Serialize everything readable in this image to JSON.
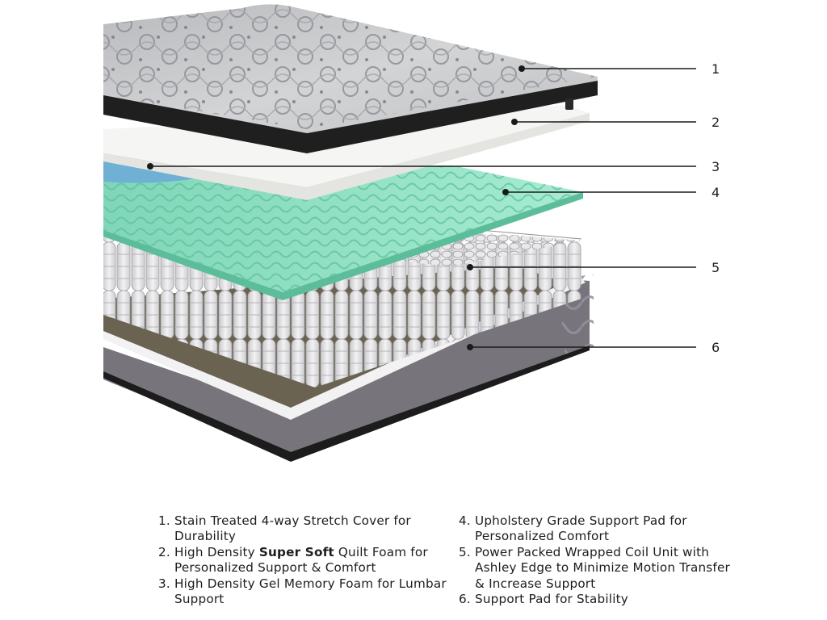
{
  "callouts": [
    "1",
    "2",
    "3",
    "4",
    "5",
    "6"
  ],
  "legend": {
    "left": [
      {
        "num": "1.",
        "pre": "Stain Treated 4-way Stretch Cover for Durability",
        "bold": "",
        "post": ""
      },
      {
        "num": "2.",
        "pre": "High Density ",
        "bold": "Super Soft",
        "post": " Quilt Foam for Personalized Support & Comfort"
      },
      {
        "num": "3.",
        "pre": "High Density Gel Memory Foam for Lumbar Support",
        "bold": "",
        "post": ""
      }
    ],
    "right": [
      {
        "num": "4.",
        "pre": "Upholstery Grade Support Pad for Personalized Comfort",
        "bold": "",
        "post": ""
      },
      {
        "num": "5.",
        "pre": "Power Packed Wrapped Coil Unit with Ashley Edge to Minimize Motion Transfer & Increase Support",
        "bold": "",
        "post": ""
      },
      {
        "num": "6.",
        "pre": "Support Pad for Stability",
        "bold": "",
        "post": ""
      }
    ]
  },
  "colors": {
    "cover_top": "#c9cacc",
    "cover_edge": "#1f1f1f",
    "quilt_foam": "#f4f4f2",
    "gel_foam": "#7ab5d6",
    "egg_crate": "#8fe0c4",
    "coil": "#e3e3e5",
    "base_pad": "#6d6650",
    "base_side": "#7d7a80"
  },
  "icons": [
    "mattress-cross-section-illustration"
  ]
}
